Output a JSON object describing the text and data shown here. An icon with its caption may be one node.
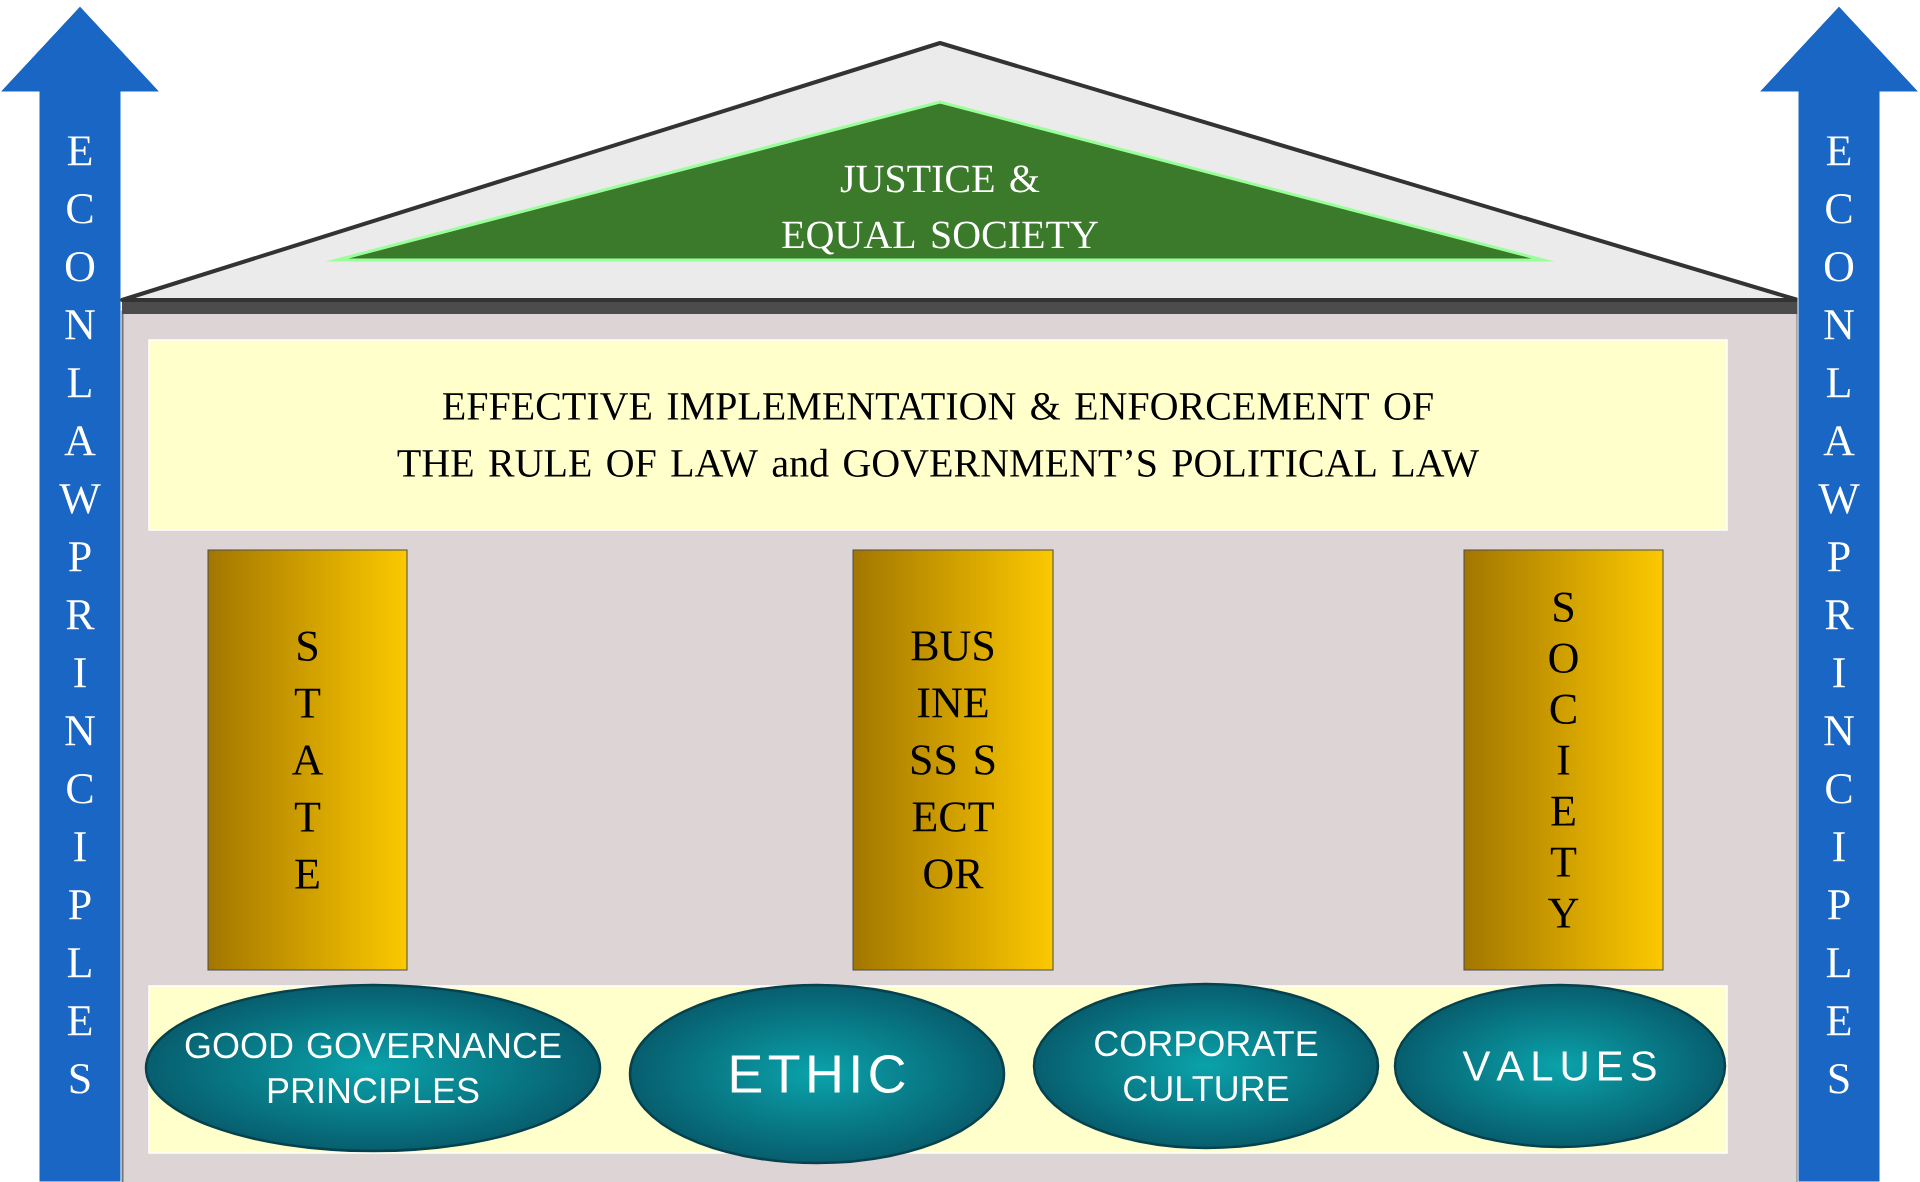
{
  "diagram": {
    "nodes": [
      {
        "text": [
          "ECONLAW PRINCIPLES"
        ]
      },
      {
        "text": [
          "JUSTICE & EQUAL SOCIETY"
        ]
      },
      {
        "text": [
          "ECONLAW PRINCIPLES"
        ]
      },
      {
        "text": [
          "EFFECTIVE IMPLEMENTATION & ENFORCEMENT OF THE RULE OF LAW and GOVERNMENT’S POLITICAL LAW"
        ]
      },
      {
        "text": [
          "STATE"
        ]
      },
      {
        "text": [
          "BUSINESS SECTOR"
        ]
      },
      {
        "text": [
          "SOCIETY"
        ]
      },
      {
        "text": [
          "GOOD GOVERNANCE PRINCIPLES"
        ]
      },
      {
        "text": [
          "ETHIC"
        ]
      },
      {
        "text": [
          "CORPORATE CULTURE"
        ]
      },
      {
        "text": [
          "VALUES"
        ]
      }
    ]
  }
}
